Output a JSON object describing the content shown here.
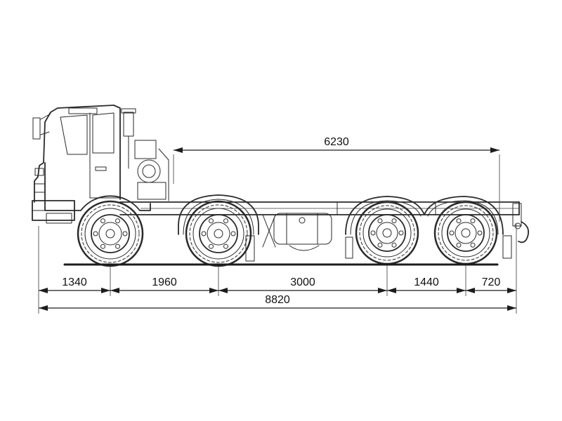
{
  "diagram": {
    "colors": {
      "line": "#2a2a2a",
      "background": "#ffffff"
    },
    "dimensions": {
      "top_span": "6230",
      "segments": [
        "1340",
        "1960",
        "3000",
        "1440",
        "720"
      ],
      "total": "8820"
    }
  }
}
